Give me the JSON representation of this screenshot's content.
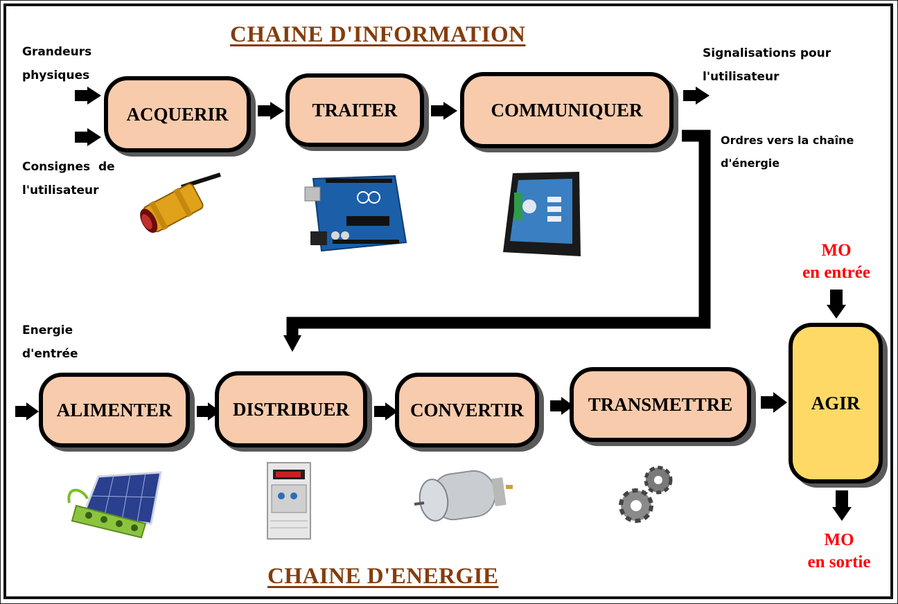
{
  "titles": {
    "information_chain": "CHAINE  D'INFORMATION",
    "energy_chain": "CHAINE  D'ENERGIE"
  },
  "information_blocks": {
    "acquerir": "ACQUERIR",
    "traiter": "TRAITER",
    "communiquer": "COMMUNIQUER"
  },
  "energy_blocks": {
    "alimenter": "ALIMENTER",
    "distribuer": "DISTRIBUER",
    "convertir": "CONVERTIR",
    "transmettre": "TRANSMETTRE",
    "agir": "AGIR"
  },
  "labels": {
    "grandeurs_line1": "Grandeurs",
    "grandeurs_line2": "physiques",
    "consignes_line1": "Consignes  de",
    "consignes_line2": "l'utilisateur",
    "signalisations_line1": "Signalisations pour",
    "signalisations_line2": "l'utilisateur",
    "ordres_line1": "Ordres vers la chaîne",
    "ordres_line2": "d'énergie",
    "energie_line1": "Energie",
    "energie_line2": "d'entrée",
    "mo_in_line1": "MO",
    "mo_in_line2": "en entrée",
    "mo_out_line1": "MO",
    "mo_out_line2": "en sortie"
  },
  "colors": {
    "block_fill": "#f8cbad",
    "agir_fill": "#ffd966",
    "title_color": "#843c0c",
    "mo_color": "#ff0000"
  },
  "illustrations": [
    "photoelectric-sensor",
    "arduino-uno-board",
    "touch-panel-hmi",
    "solar-panel-power-strip",
    "frequency-inverter",
    "dc-motor",
    "gears"
  ]
}
